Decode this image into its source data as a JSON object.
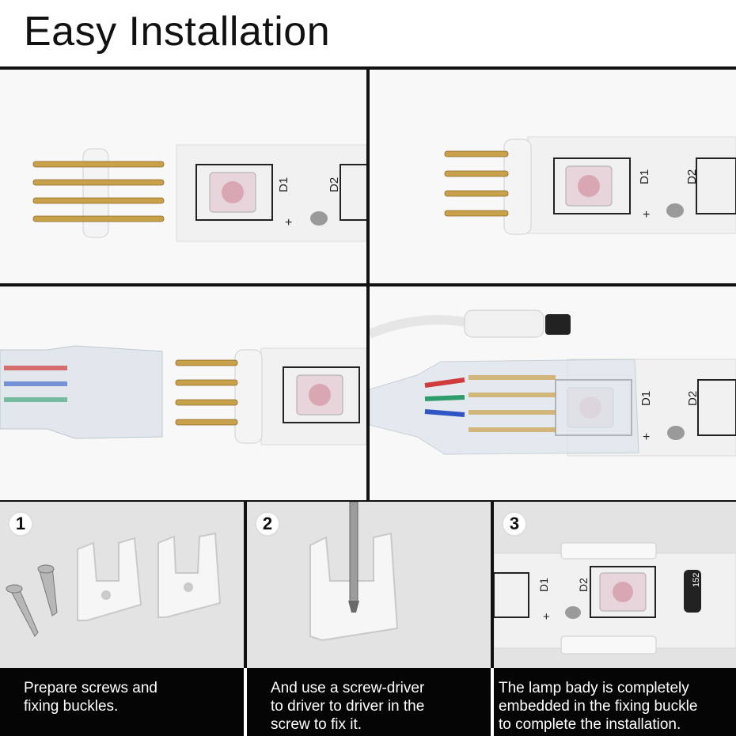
{
  "header": {
    "title": "Easy Installation"
  },
  "photos": {
    "strip_labels": {
      "d1": "D1",
      "d2": "D2",
      "plus": "+",
      "resistor": "152"
    }
  },
  "steps": [
    {
      "number": "1",
      "caption_line1": "Prepare screws and",
      "caption_line2": "fixing buckles.",
      "caption_line3": ""
    },
    {
      "number": "2",
      "caption_line1": "And use a screw-driver",
      "caption_line2": "to driver to driver in the",
      "caption_line3": "screw to fix it."
    },
    {
      "number": "3",
      "caption_line1": "The lamp bady is completely",
      "caption_line2": "embedded in the fixing buckle",
      "caption_line3": "to complete the installation."
    }
  ],
  "colors": {
    "pin_gold": "#c9a14a",
    "strip_white": "#f2f2f2",
    "led_pink": "#d9a7b3",
    "wire_red": "#d13b3b",
    "wire_green": "#2e9c6b",
    "wire_blue": "#2f56c4"
  }
}
